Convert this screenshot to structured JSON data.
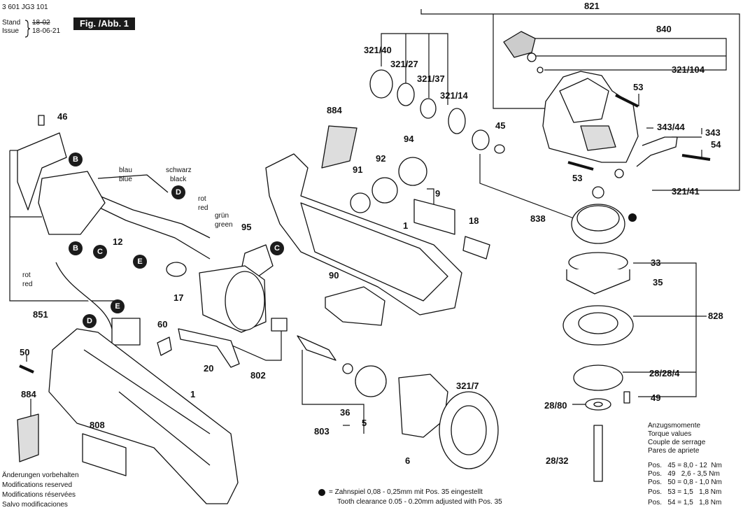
{
  "header": {
    "doc_number": "3 601 JG3 101",
    "stand_label": "Stand",
    "issue_label": "Issue",
    "stand_value": "18-02",
    "issue_value": "18-06-21",
    "figure_label": "Fig. /Abb. 1"
  },
  "part_labels": {
    "p821": "821",
    "p840": "840",
    "p321_104": "321/104",
    "p53a": "53",
    "p343_44": "343/44",
    "p343": "343",
    "p54": "54",
    "p53b": "53",
    "p321_41": "321/41",
    "p321_40": "321/40",
    "p321_27": "321/27",
    "p321_37": "321/37",
    "p321_14": "321/14",
    "p884a": "884",
    "p45": "45",
    "p94": "94",
    "p92": "92",
    "p91": "91",
    "p9": "9",
    "p1a": "1",
    "p18": "18",
    "p838": "838",
    "p95": "95",
    "p90": "90",
    "p33": "33",
    "p35": "35",
    "p828": "828",
    "p46": "46",
    "p12": "12",
    "p851": "851",
    "p17": "17",
    "p60": "60",
    "p20": "20",
    "p802": "802",
    "p50": "50",
    "p884b": "884",
    "p808": "808",
    "p1b": "1",
    "p803": "803",
    "p36": "36",
    "p5": "5",
    "p6": "6",
    "p321_7": "321/7",
    "p28_28_4": "28/28/4",
    "p28_80": "28/80",
    "p49": "49",
    "p28_32": "28/32"
  },
  "wire_labels": {
    "blau": "blau",
    "blue": "blue",
    "schwarz": "schwarz",
    "black": "black",
    "rot1": "rot",
    "red1": "red",
    "gruen": "grün",
    "green": "green",
    "rot2": "rot",
    "red2": "red"
  },
  "markers": {
    "B": "B",
    "C": "C",
    "D": "D",
    "E": "E"
  },
  "disclaimer": [
    "Änderungen vorbehalten",
    "Modifications reserved",
    "Modifications réservées",
    "Salvo modificaciones"
  ],
  "tooth_note": {
    "line1": "= Zahnspiel 0,08 - 0,25mm mit Pos. 35 eingestellt",
    "line2": "Tooth clearance 0.05 - 0.20mm adjusted with Pos. 35"
  },
  "torque": {
    "title_de": "Anzugsmomente",
    "title_en": "Torque values",
    "title_fr": "Couple de serrage",
    "title_es": "Pares de apriete",
    "rows": [
      "Pos.   45 = 8,0 - 12  Nm",
      "Pos.   49   2,6 - 3,5 Nm",
      "Pos.   50 = 0,8 - 1,0 Nm",
      "Pos.   53 = 1,5   1,8 Nm",
      "Pos.   54 = 1,5   1,8 Nm"
    ]
  }
}
